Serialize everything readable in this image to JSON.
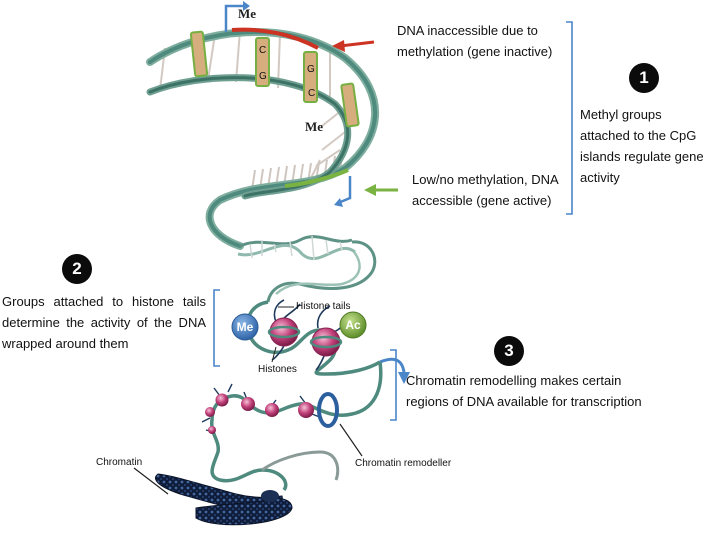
{
  "annotations": {
    "inaccessible": "DNA inaccessible due to methylation (gene inactive)",
    "accessible": "Low/no methylation, DNA accessible (gene active)",
    "step1": "Methyl groups attached to the CpG islands regulate gene activity",
    "step2": "Groups attached to histone tails determine the activity of the DNA wrapped around them",
    "step3": "Chromatin remodelling makes certain regions of DNA available for transcription"
  },
  "numbers": {
    "one": "1",
    "two": "2",
    "three": "3"
  },
  "labels": {
    "me_top": "Me",
    "me_mid": "Me",
    "base_c1": "C",
    "base_g1": "G",
    "base_g2": "G",
    "base_c2": "C",
    "histone_tails": "Histone tails",
    "histones": "Histones",
    "me_histone": "Me",
    "ac_histone": "Ac",
    "chromatin_remodeller": "Chromatin remodeller",
    "chromatin": "Chromatin"
  },
  "colors": {
    "dna_strand": "#4e8a7e",
    "rung": "#d8cfc8",
    "methyl_bar": "#d6ad7c",
    "red_arrow": "#cc3322",
    "green_arrow": "#7bb342",
    "blue": "#4a86c8",
    "histone": "#c2417a",
    "me_circle": "#4a82c4",
    "ac_circle": "#8ab648",
    "chromatin": "#1c2f55"
  }
}
